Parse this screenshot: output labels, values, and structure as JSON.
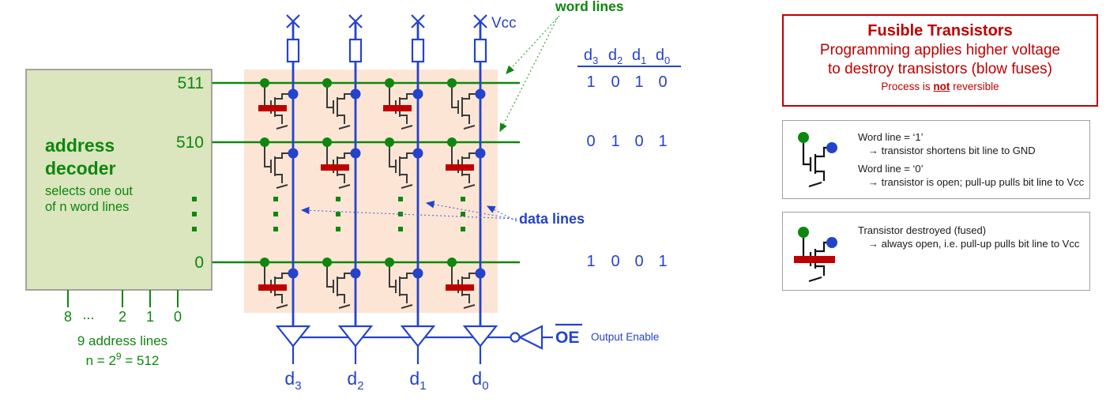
{
  "colors": {
    "green": "#0e870e",
    "blue": "#2443cc",
    "red": "#c00000",
    "array_background": "#fce5d4",
    "decoder_background": "#dbe5be"
  },
  "decoder": {
    "title1": "address",
    "title2": "decoder",
    "sub1": "selects one out",
    "sub2": "of n word lines",
    "pins": [
      "8",
      "...",
      "2",
      "1",
      "0"
    ],
    "caption": "9 address lines",
    "formula_pre": "n = 2",
    "formula_exp": "9",
    "formula_post": " = 512"
  },
  "array": {
    "vcc": "Vcc",
    "word_lines_label": "word lines",
    "data_lines_label": "data lines",
    "columns": [
      {
        "letter": "d",
        "sub": "3"
      },
      {
        "letter": "d",
        "sub": "2"
      },
      {
        "letter": "d",
        "sub": "1"
      },
      {
        "letter": "d",
        "sub": "0"
      }
    ],
    "rows": [
      {
        "address": "511",
        "bits": [
          "1",
          "0",
          "1",
          "0"
        ],
        "fused": [
          1,
          0,
          1,
          0
        ]
      },
      {
        "address": "510",
        "bits": [
          "0",
          "1",
          "0",
          "1"
        ],
        "fused": [
          0,
          1,
          0,
          1
        ]
      },
      {
        "address": "0",
        "bits": [
          "1",
          "0",
          "0",
          "1"
        ],
        "fused": [
          1,
          0,
          0,
          1
        ]
      }
    ]
  },
  "output": {
    "oe": "OE",
    "caption": "Output Enable"
  },
  "fusible_box": {
    "title": "Fusible Transistors",
    "line1": "Programming applies higher voltage",
    "line2": "to destroy transistors (blow fuses)",
    "note_pre": "Process is ",
    "note_bold": "not",
    "note_post": " reversible"
  },
  "legend_normal": {
    "l1": "Word line = ‘1’",
    "l2": "→ transistor shortens bit line to GND",
    "l3": "Word line = ‘0’",
    "l4": "→ transistor is open; pull-up pulls bit line to Vcc"
  },
  "legend_fused": {
    "l1": "Transistor destroyed (fused)",
    "l2": "→ always open, i.e. pull-up pulls bit line to Vcc"
  }
}
